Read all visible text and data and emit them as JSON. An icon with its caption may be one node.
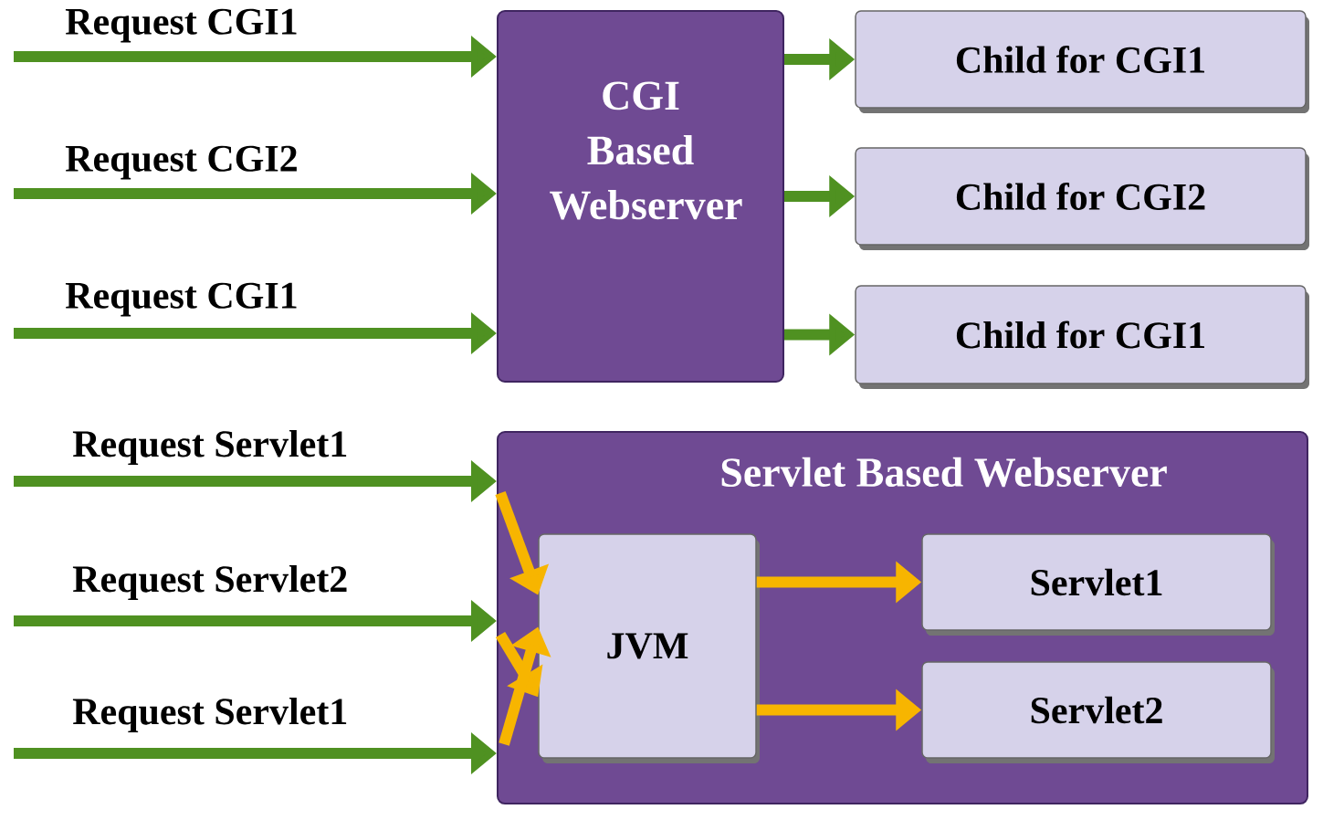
{
  "diagram": {
    "nodes": [
      {
        "text": [
          "CGI Based Webserver"
        ]
      },
      {
        "text": [
          "Child for CGI1"
        ]
      },
      {
        "text": [
          "Child for CGI2"
        ]
      },
      {
        "text": [
          "Child for CGI1"
        ]
      },
      {
        "text": [
          "Servlet Based Webserver"
        ]
      },
      {
        "text": [
          "JVM"
        ],
        "in": 4
      },
      {
        "text": [
          "Servlet1"
        ],
        "in": 4
      },
      {
        "text": [
          "Servlet2"
        ],
        "in": 4
      }
    ],
    "edges": [
      {
        "from": null,
        "to": 0,
        "arrow": "to",
        "label": "Request CGI1"
      },
      {
        "from": null,
        "to": 0,
        "arrow": "to",
        "label": "Request CGI2"
      },
      {
        "from": null,
        "to": 0,
        "arrow": "to",
        "label": "Request CGI1"
      },
      {
        "from": 0,
        "to": 1,
        "arrow": "to"
      },
      {
        "from": 0,
        "to": 2,
        "arrow": "to"
      },
      {
        "from": 0,
        "to": 3,
        "arrow": "to"
      },
      {
        "from": null,
        "to": 4,
        "arrow": "to",
        "label": "Request Servlet1"
      },
      {
        "from": null,
        "to": 4,
        "arrow": "to",
        "label": "Request Servlet2"
      },
      {
        "from": null,
        "to": 4,
        "arrow": "to",
        "label": "Request Servlet1"
      },
      {
        "from": null,
        "to": 5,
        "arrow": "to",
        "color": "#f7b500"
      },
      {
        "from": null,
        "to": 5,
        "arrow": "to",
        "color": "#f7b500"
      },
      {
        "from": null,
        "to": 5,
        "arrow": "to",
        "color": "#f7b500"
      },
      {
        "from": 5,
        "to": 6,
        "arrow": "to",
        "color": "#f7b500"
      },
      {
        "from": 5,
        "to": 7,
        "arrow": "to",
        "color": "#f7b500"
      }
    ]
  }
}
